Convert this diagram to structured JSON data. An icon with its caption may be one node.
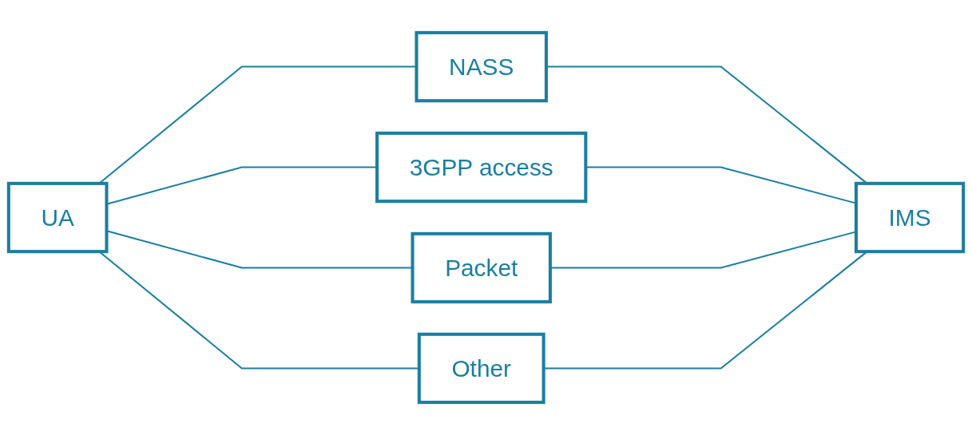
{
  "diagram": {
    "nodes": [
      {
        "text": [
          "UA"
        ]
      },
      {
        "text": [
          "NASS"
        ]
      },
      {
        "text": [
          "3GPP access"
        ]
      },
      {
        "text": [
          "Packet"
        ]
      },
      {
        "text": [
          "Other"
        ]
      },
      {
        "text": [
          "IMS"
        ]
      }
    ],
    "edges": [
      {
        "from": 0,
        "to": 1,
        "arrow": "none"
      },
      {
        "from": 0,
        "to": 2,
        "arrow": "none"
      },
      {
        "from": 0,
        "to": 3,
        "arrow": "none"
      },
      {
        "from": 0,
        "to": 4,
        "arrow": "none"
      },
      {
        "from": 1,
        "to": 5,
        "arrow": "none"
      },
      {
        "from": 2,
        "to": 5,
        "arrow": "none"
      },
      {
        "from": 3,
        "to": 5,
        "arrow": "none"
      },
      {
        "from": 4,
        "to": 5,
        "arrow": "none"
      }
    ]
  }
}
